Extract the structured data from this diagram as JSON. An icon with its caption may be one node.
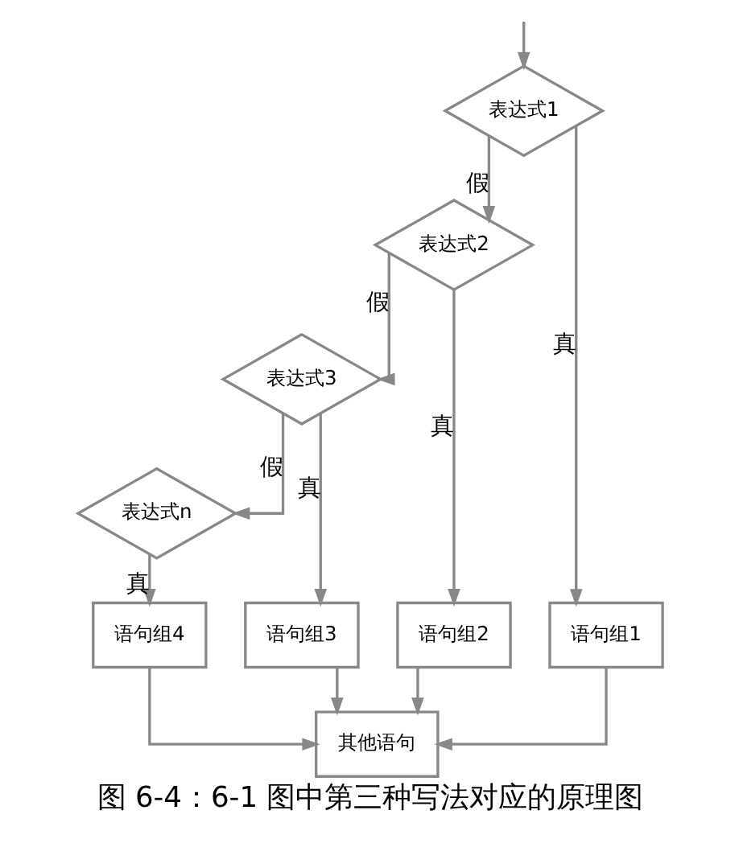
{
  "diagram": {
    "caption": "图 6-4：6-1 图中第三种写法对应的原理图",
    "nodes": [
      {
        "text": [
          "表达式1"
        ]
      },
      {
        "text": [
          "表达式2"
        ]
      },
      {
        "text": [
          "表达式3"
        ]
      },
      {
        "text": [
          "表达式n"
        ]
      },
      {
        "text": [
          "语句组1"
        ]
      },
      {
        "text": [
          "语句组2"
        ]
      },
      {
        "text": [
          "语句组3"
        ]
      },
      {
        "text": [
          "语句组4"
        ]
      },
      {
        "text": [
          "其他语句"
        ]
      }
    ],
    "edges": [
      {
        "from": null,
        "to": 0,
        "arrow": "to"
      },
      {
        "from": 0,
        "to": 1,
        "arrow": "to",
        "label": "假"
      },
      {
        "from": 1,
        "to": 2,
        "arrow": "to",
        "label": "假"
      },
      {
        "from": 2,
        "to": 3,
        "arrow": "to",
        "label": "假"
      },
      {
        "from": 0,
        "to": 4,
        "arrow": "to",
        "label": "真"
      },
      {
        "from": 1,
        "to": 5,
        "arrow": "to",
        "label": "真"
      },
      {
        "from": 2,
        "to": 6,
        "arrow": "to",
        "label": "真"
      },
      {
        "from": 3,
        "to": 7,
        "arrow": "to",
        "label": "真"
      },
      {
        "from": 4,
        "to": 8,
        "arrow": "to"
      },
      {
        "from": 5,
        "to": 8,
        "arrow": "to"
      },
      {
        "from": 6,
        "to": 8,
        "arrow": "to"
      },
      {
        "from": 7,
        "to": 8,
        "arrow": "to"
      }
    ]
  }
}
